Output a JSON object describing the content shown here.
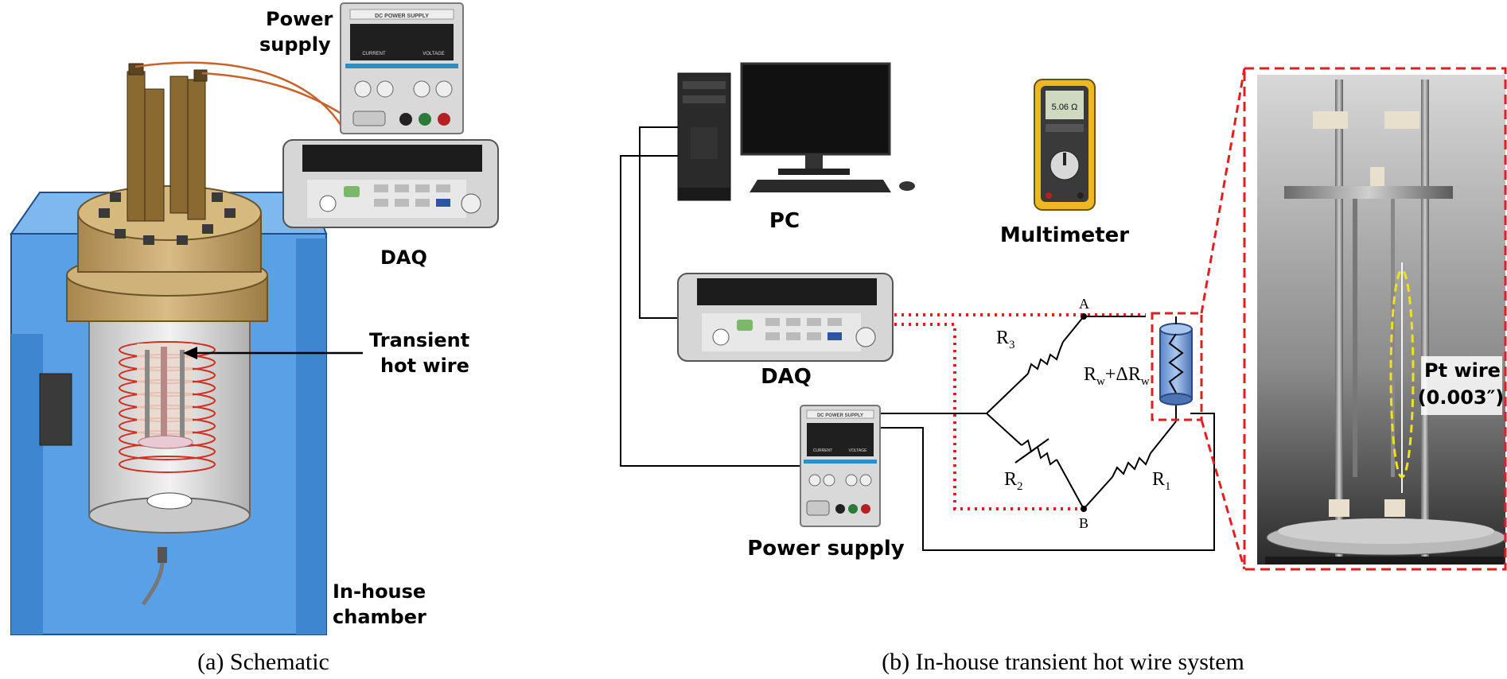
{
  "panel_a": {
    "power_supply_label_line1": "Power",
    "power_supply_label_line2": "supply",
    "daq_label": "DAQ",
    "transient_hot_wire_line1": "Transient",
    "transient_hot_wire_line2": "hot wire",
    "chamber_line1": "In-house",
    "chamber_line2": "chamber",
    "caption": "(a) Schematic",
    "psu_faceplate_title": "DC POWER SUPPLY",
    "psu_current_label": "CURRENT",
    "psu_voltage_label": "VOLTAGE"
  },
  "panel_b": {
    "pc_label": "PC",
    "multimeter_label": "Multimeter",
    "multimeter_reading": "5.06 Ω",
    "daq_label": "DAQ",
    "power_supply_label": "Power supply",
    "node_a": "A",
    "node_b": "B",
    "r3_base": "R",
    "r3_sub": "3",
    "r2_base": "R",
    "r2_sub": "2",
    "r1_base": "R",
    "r1_sub": "1",
    "rw_base": "R",
    "rw_sub": "w",
    "rw_plus": "+ΔR",
    "rw_sub2": "w",
    "pt_wire_line1": "Pt wire",
    "pt_wire_line2": "(0.003″)",
    "caption": "(b) In-house transient hot wire system",
    "psu_faceplate_title": "DC POWER SUPPLY",
    "psu_current_label": "CURRENT",
    "psu_voltage_label": "VOLTAGE"
  },
  "colors": {
    "chamber_blue": "#5aa0e6",
    "flange_tan": "#c8a86e",
    "red_dotted": "#e02020",
    "yellow_dashed": "#f0e020",
    "heater_red": "#d03020"
  }
}
